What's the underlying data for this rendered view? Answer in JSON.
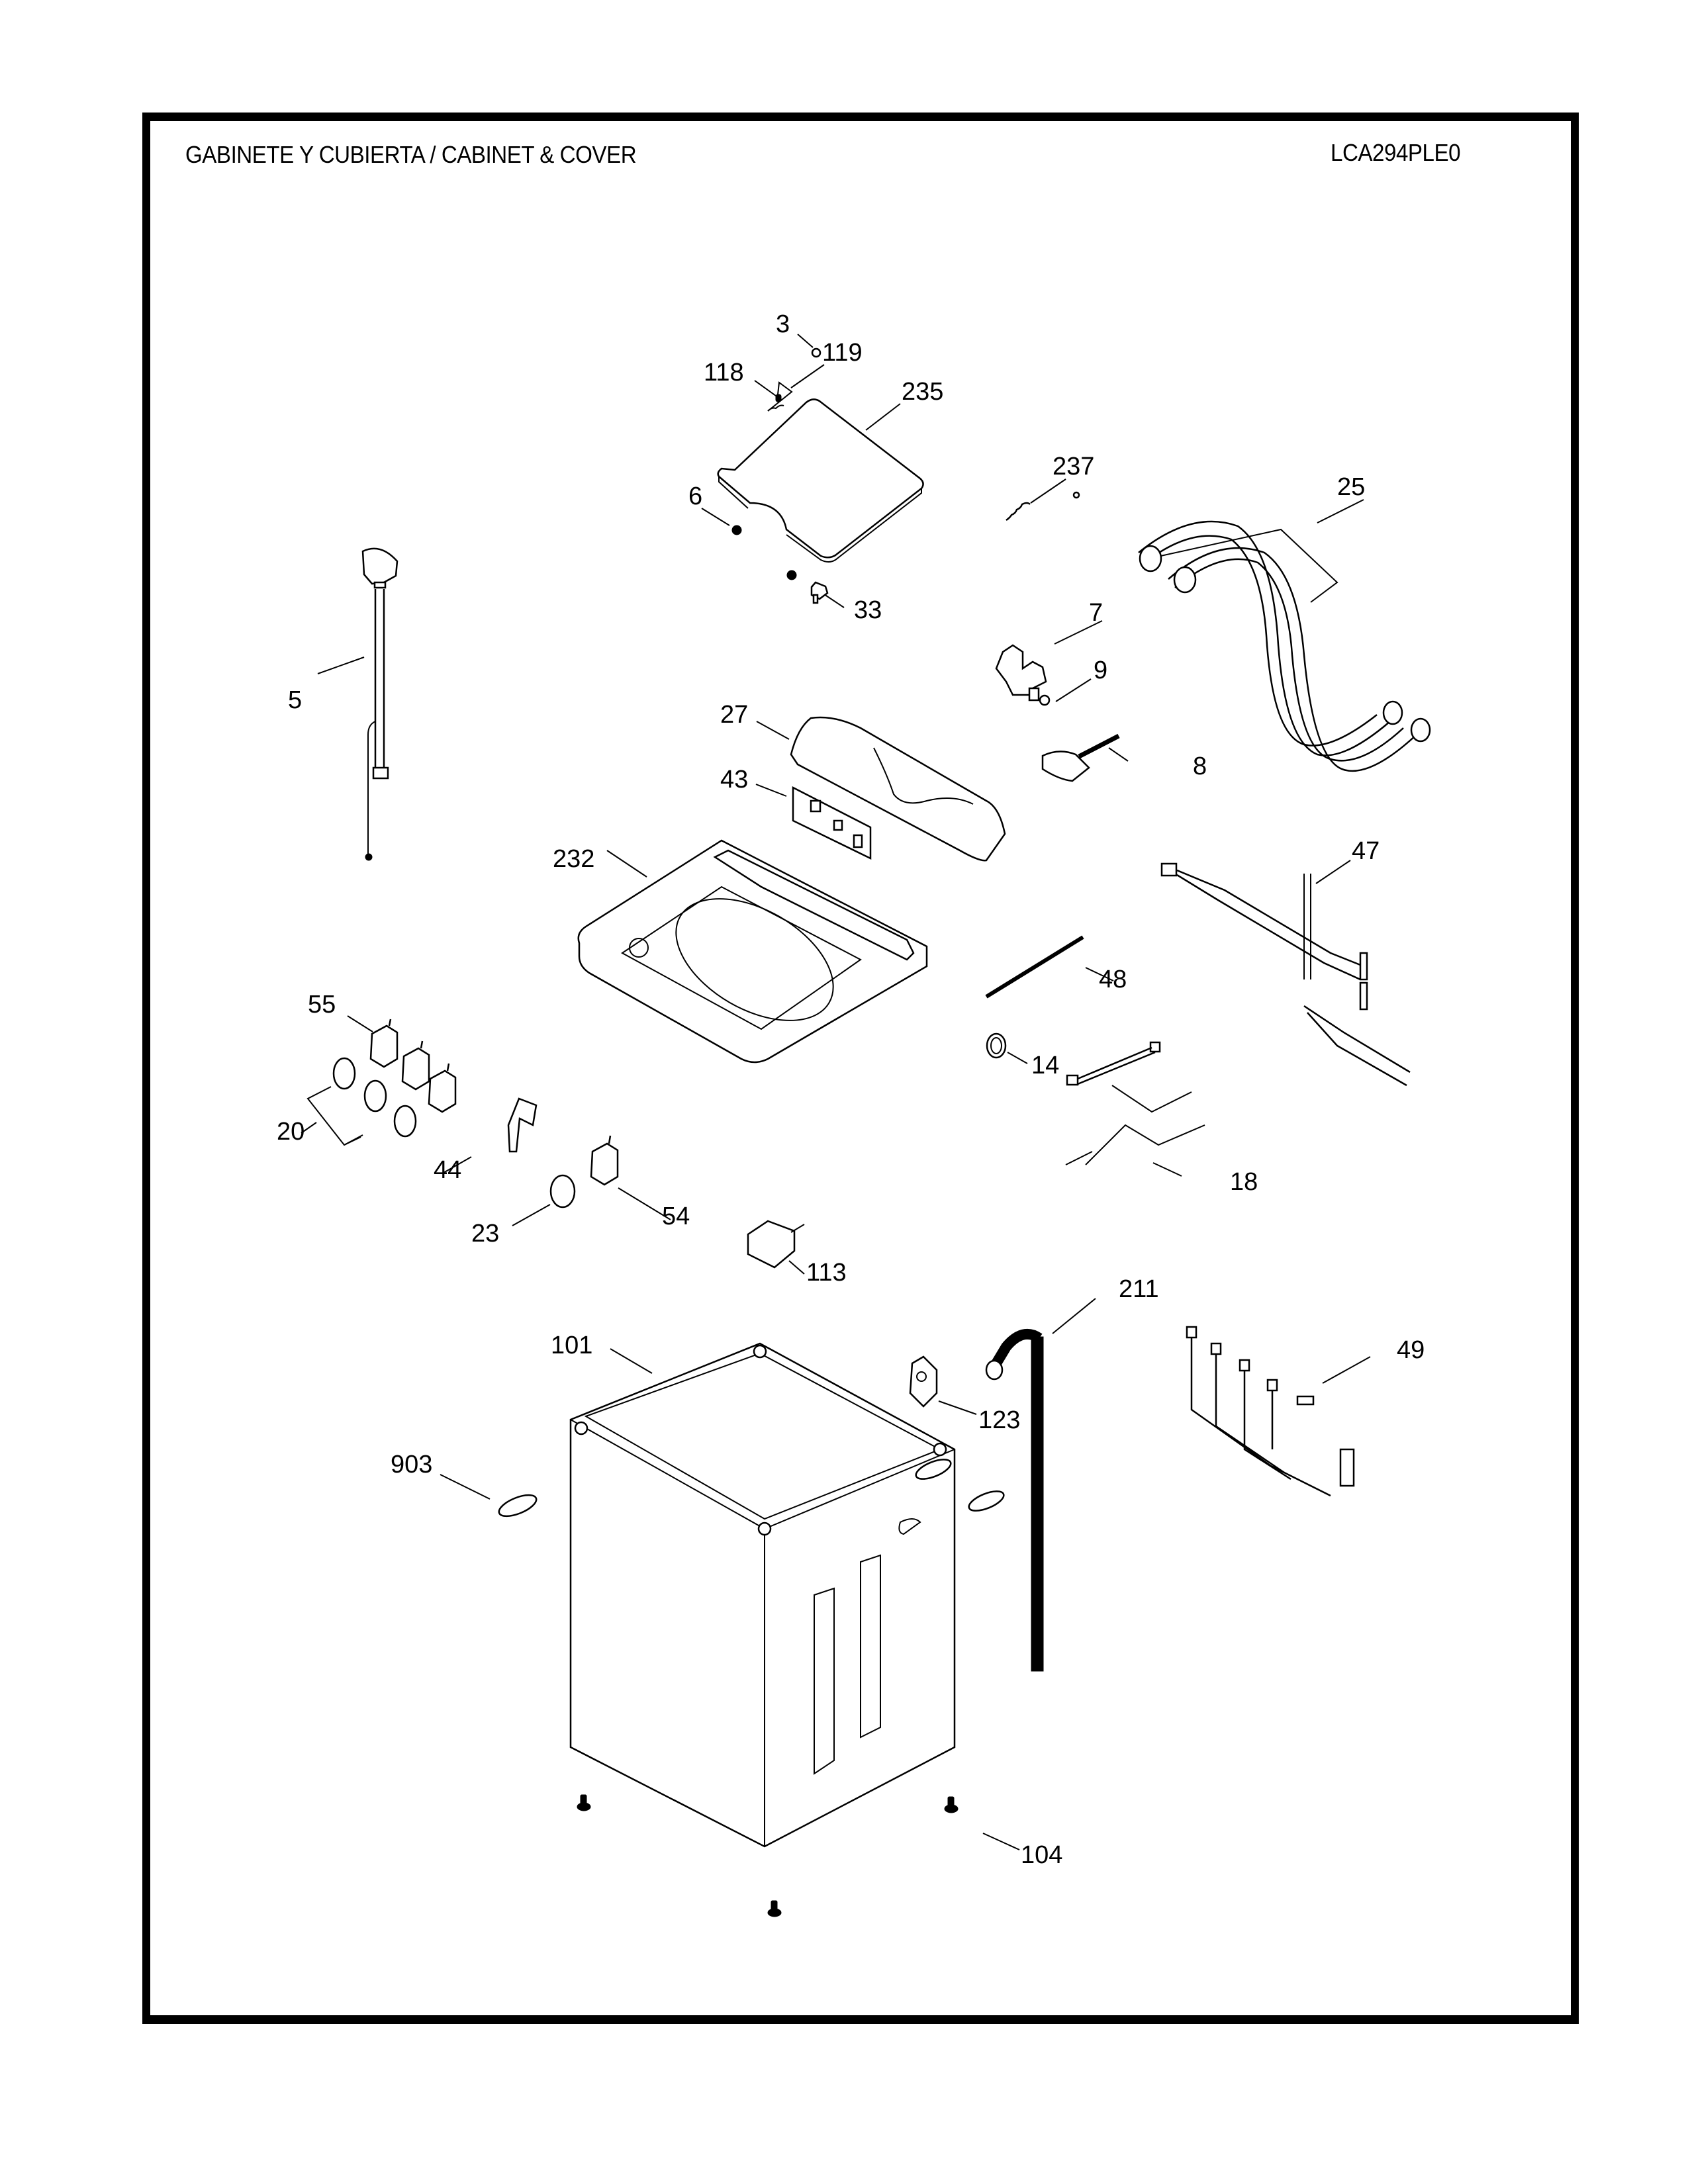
{
  "header": {
    "title": "GABINETE Y CUBIERTA / CABINET & COVER",
    "model": "LCA294PLE0"
  },
  "callouts": {
    "c3": "3",
    "c118": "118",
    "c119": "119",
    "c235": "235",
    "c237": "237",
    "c6": "6",
    "c33": "33",
    "c25": "25",
    "c7": "7",
    "c9": "9",
    "c5": "5",
    "c27": "27",
    "c8": "8",
    "c43": "43",
    "c47": "47",
    "c232": "232",
    "c48": "48",
    "c55": "55",
    "c14": "14",
    "c20": "20",
    "c44": "44",
    "c18": "18",
    "c54": "54",
    "c23": "23",
    "c113": "113",
    "c211": "211",
    "c49": "49",
    "c101": "101",
    "c123": "123",
    "c903": "903",
    "c104": "104"
  },
  "parts": [
    {
      "callout": "3",
      "shape": "small-nut"
    },
    {
      "callout": "118",
      "shape": "small-nut"
    },
    {
      "callout": "119",
      "shape": "wire-hook"
    },
    {
      "callout": "235",
      "shape": "lid"
    },
    {
      "callout": "237",
      "shape": "wire-spring"
    },
    {
      "callout": "6",
      "shape": "bumper"
    },
    {
      "callout": "33",
      "shape": "lid-switch"
    },
    {
      "callout": "25",
      "shape": "inlet-hoses"
    },
    {
      "callout": "7",
      "shape": "water-valve"
    },
    {
      "callout": "9",
      "shape": "clamp"
    },
    {
      "callout": "5",
      "shape": "power-cord"
    },
    {
      "callout": "27",
      "shape": "control-panel"
    },
    {
      "callout": "8",
      "shape": "pressure-hose"
    },
    {
      "callout": "43",
      "shape": "pcb"
    },
    {
      "callout": "47",
      "shape": "wire-harness"
    },
    {
      "callout": "232",
      "shape": "top-cover"
    },
    {
      "callout": "48",
      "shape": "cable-tie"
    },
    {
      "callout": "55",
      "shape": "rotary-switch"
    },
    {
      "callout": "14",
      "shape": "pressure-sensor"
    },
    {
      "callout": "20",
      "shape": "knob"
    },
    {
      "callout": "44",
      "shape": "button-pcb"
    },
    {
      "callout": "18",
      "shape": "wire-harness"
    },
    {
      "callout": "54",
      "shape": "rotary-switch"
    },
    {
      "callout": "23",
      "shape": "knob"
    },
    {
      "callout": "113",
      "shape": "lid-lock"
    },
    {
      "callout": "211",
      "shape": "drain-hose"
    },
    {
      "callout": "49",
      "shape": "wire-harness"
    },
    {
      "callout": "101",
      "shape": "cabinet"
    },
    {
      "callout": "123",
      "shape": "bracket"
    },
    {
      "callout": "903",
      "shape": "handle-cap"
    },
    {
      "callout": "104",
      "shape": "leveling-leg"
    }
  ]
}
